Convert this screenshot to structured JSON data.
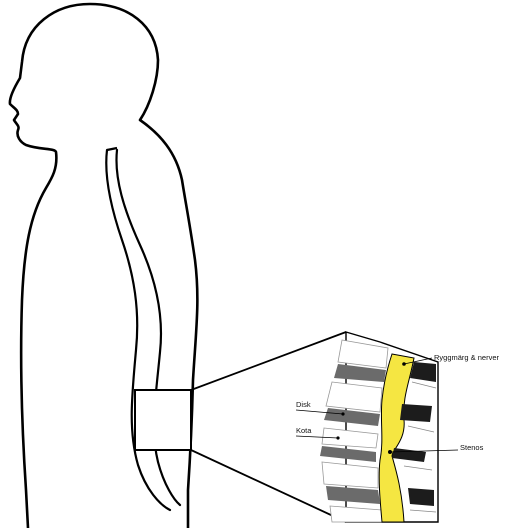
{
  "labels": {
    "spinal_cord": "Ryggmärg & nerver",
    "disc": "Disk",
    "vertebra": "Kota",
    "stenosis": "Stenos"
  },
  "colors": {
    "outline": "#000000",
    "spinal_canal": "#f5e642",
    "disc": "#6b6b6b",
    "vertebra_body": "#ffffff",
    "nerve_dark": "#1c1c1c"
  }
}
